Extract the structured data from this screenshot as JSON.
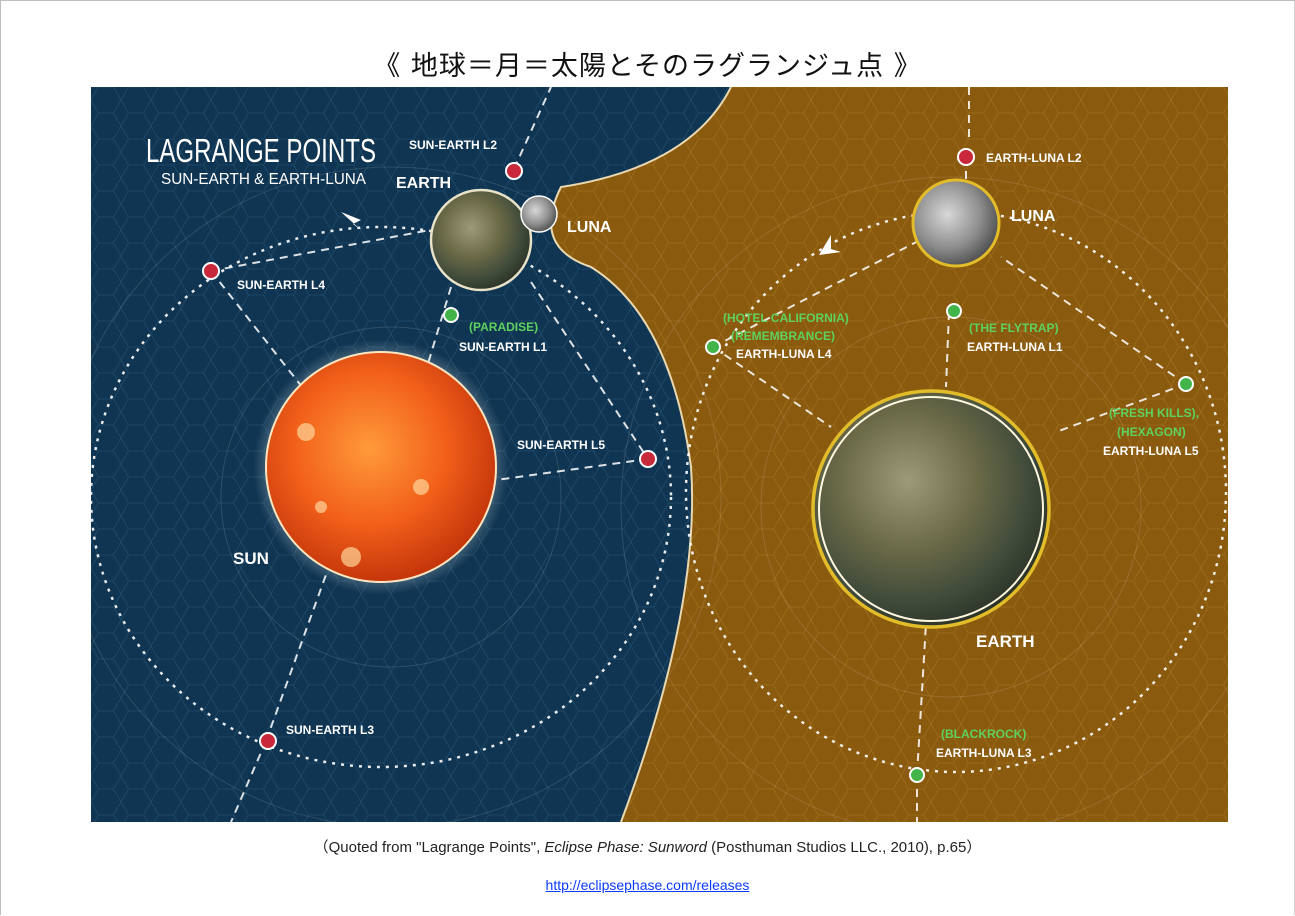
{
  "title": "《 地球＝月＝太陽とそのラグランジュ点 》",
  "diagram": {
    "heading_line1": "LAGRANGE POINTS",
    "heading_line2": "SUN-EARTH & EARTH-LUNA",
    "sun_label": "SUN",
    "earth_small_label": "EARTH",
    "luna_small_label": "LUNA",
    "luna_large_label": "LUNA",
    "earth_large_label": "EARTH",
    "colors": {
      "navy": "#0f3552",
      "amber": "#8a5a0e",
      "point_red": "#c8283a",
      "point_green": "#42b54a",
      "habitat_green": "#5ed15e"
    },
    "sun_earth_points": {
      "l1_habitat": "PARADISE",
      "l1": "SUN-EARTH L1",
      "l2": "SUN-EARTH L2",
      "l3": "SUN-EARTH L3",
      "l4": "SUN-EARTH L4",
      "l5": "SUN-EARTH L5"
    },
    "earth_luna_points": {
      "l1_habitat": "THE FLYTRAP",
      "l1": "EARTH-LUNA L1",
      "l2": "EARTH-LUNA L2",
      "l3_habitat": "BLACKROCK",
      "l3": "EARTH-LUNA L3",
      "l4_habitat_a": "HOTEL CALIFORNIA",
      "l4_habitat_b": "REMEMBRANCE",
      "l4": "EARTH-LUNA L4",
      "l5_habitat_a": "FRESH KILLS",
      "l5_habitat_b": "HEXAGON",
      "l5": "EARTH-LUNA L5"
    }
  },
  "caption": {
    "prefix": "（Quoted from \"Lagrange Points\", ",
    "book": "Eclipse Phase: Sunword",
    "suffix": " (Posthuman Studios LLC., 2010), p.65）"
  },
  "url": "http://eclipsephase.com/releases"
}
